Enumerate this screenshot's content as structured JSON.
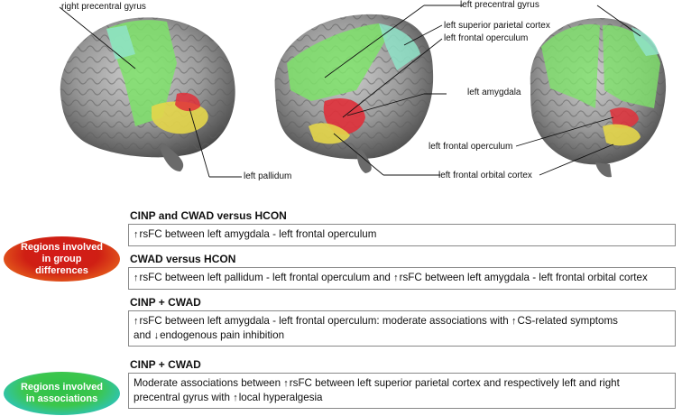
{
  "brain_labels": {
    "right_precentral_gyrus": "right precentral gyrus",
    "left_pallidum": "left pallidum",
    "left_precentral_gyrus": "left precentral gyrus",
    "left_superior_parietal_cortex": "left superior parietal cortex",
    "left_frontal_operculum_top": "left frontal operculum",
    "left_amygdala": "left amygdala",
    "left_frontal_operculum_right": "left frontal operculum",
    "left_frontal_orbital_cortex": "left frontal orbital cortex"
  },
  "colors": {
    "brain_gray": "#8d8d8d",
    "precentral_green": "#7ee26a",
    "parietal_cyan": "#8fe3c8",
    "amygdala_red": "#e0303a",
    "operculum_yellow": "#e4d64a",
    "badge_red": "#d41a1a",
    "badge_green": "#35c44c"
  },
  "badges": {
    "group_differences": "Regions involved in group differences",
    "associations": "Regions involved in associations"
  },
  "sections": [
    {
      "title": "CINP and CWAD versus HCON",
      "lines": [
        "rsFC between left amygdala - left frontal operculum"
      ]
    },
    {
      "title": "CWAD versus HCON",
      "lines": [
        "rsFC between left pallidum - left frontal operculum and",
        "rsFC between left amygdala - left frontal orbital cortex"
      ]
    },
    {
      "title": "CINP + CWAD",
      "lines": [
        "rsFC between left amygdala - left frontal operculum: moderate associations with",
        "CS-related symptoms",
        "and",
        "endogenous pain inhibition"
      ]
    },
    {
      "title": "CINP + CWAD",
      "lines": [
        "Moderate associations between",
        "rsFC between left superior parietal cortex and respectively left and right",
        "precentral gyrus with",
        "local hyperalgesia"
      ]
    }
  ],
  "arrow_icons": {
    "up": "↑",
    "down": "↓"
  }
}
